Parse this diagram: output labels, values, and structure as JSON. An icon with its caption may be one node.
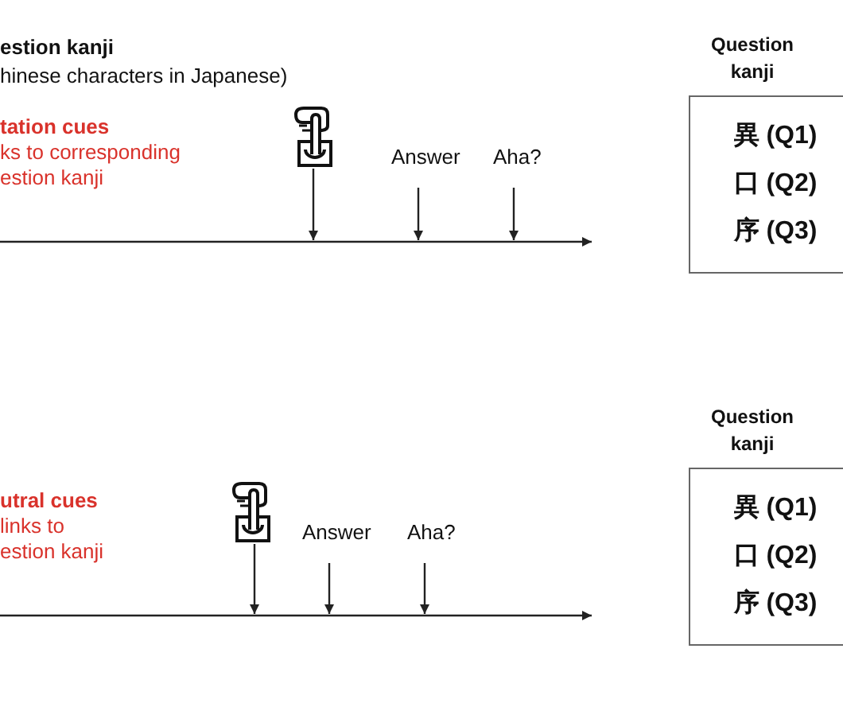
{
  "diagram": {
    "nodes": [
      {
        "text": [],
        "shape": "picture"
      },
      {
        "text": [
          "Answer"
        ]
      },
      {
        "text": [
          "Aha?"
        ]
      },
      {
        "text": [
          "Question kanji",
          "異 (Q1)",
          "口 (Q2)",
          "序 (Q3)"
        ]
      },
      {
        "text": [],
        "shape": "picture"
      },
      {
        "text": [
          "Answer"
        ]
      },
      {
        "text": [
          "Aha?"
        ]
      },
      {
        "text": [
          "Question kanji",
          "異 (Q1)",
          "口 (Q2)",
          "序 (Q3)"
        ]
      }
    ],
    "edges": [
      {
        "from": 0,
        "to": null,
        "arrow": "to"
      },
      {
        "from": 1,
        "to": null,
        "arrow": "to"
      },
      {
        "from": 2,
        "to": null,
        "arrow": "to"
      },
      {
        "from": 4,
        "to": null,
        "arrow": "to"
      },
      {
        "from": 5,
        "to": null,
        "arrow": "to"
      },
      {
        "from": 6,
        "to": null,
        "arrow": "to"
      }
    ],
    "labels": [
      "estion kanji",
      "hinese characters in Japanese)",
      "tation cues",
      "ks to corresponding estion kanji",
      "utral cues",
      "links to estion kanji"
    ]
  }
}
